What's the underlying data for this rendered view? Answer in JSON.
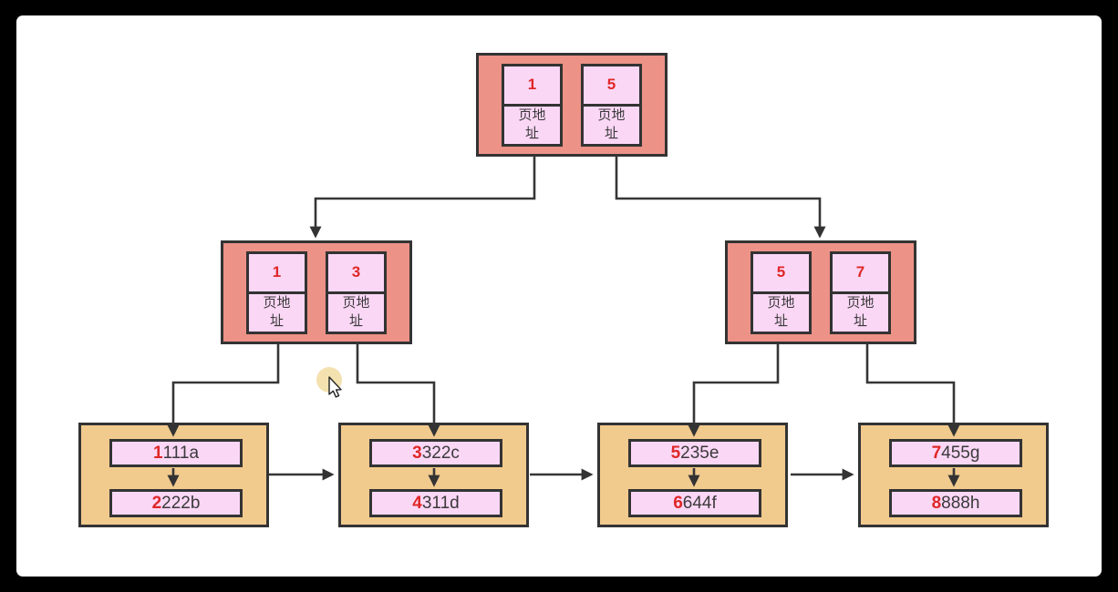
{
  "tree": {
    "pointer_label": "页地址",
    "root": {
      "keys": [
        "1",
        "5"
      ]
    },
    "internal_nodes": [
      {
        "keys": [
          "1",
          "3"
        ]
      },
      {
        "keys": [
          "5",
          "7"
        ]
      }
    ],
    "leaves": [
      {
        "rows": [
          {
            "key": "1",
            "value": "111a"
          },
          {
            "key": "2",
            "value": "222b"
          }
        ]
      },
      {
        "rows": [
          {
            "key": "3",
            "value": "322c"
          },
          {
            "key": "4",
            "value": "311d"
          }
        ]
      },
      {
        "rows": [
          {
            "key": "5",
            "value": "235e"
          },
          {
            "key": "6",
            "value": "644f"
          }
        ]
      },
      {
        "rows": [
          {
            "key": "7",
            "value": "455g"
          },
          {
            "key": "8",
            "value": "888h"
          }
        ]
      }
    ]
  },
  "colors": {
    "internal_node_fill": "#ec9287",
    "cell_fill": "#fbd7f6",
    "leaf_fill": "#f1ca8e",
    "border": "#333333",
    "key_red": "#df2727",
    "text_dark": "#3a3a3a",
    "connector": "#363636",
    "cursor_halo": "#f4e1b0",
    "canvas": "#ffffff",
    "frame": "#000000"
  }
}
